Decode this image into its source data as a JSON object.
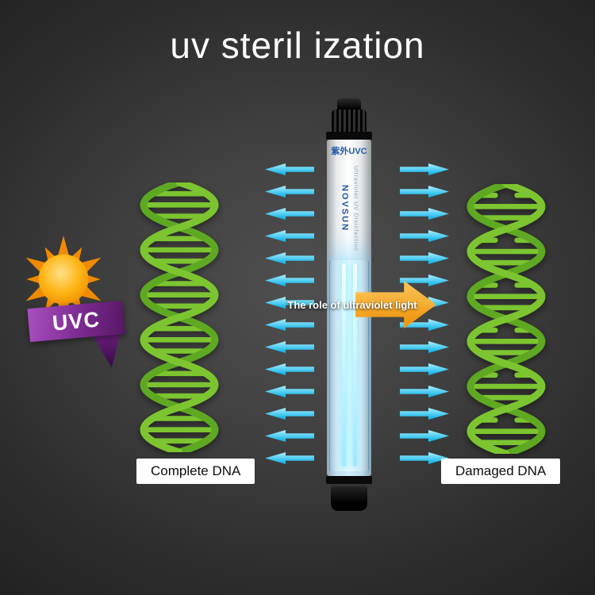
{
  "title": "uv steril ization",
  "sun": {
    "ribbon_label": "UVC"
  },
  "lamp": {
    "top_label": "紫外UVC",
    "brand": "NOVSUN",
    "sub_text": "Ultraviolet UV Disinfection"
  },
  "center_arrow": {
    "text": "The role of ultraviolet light"
  },
  "labels": {
    "complete_dna": "Complete DNA",
    "damaged_dna": "Damaged DNA"
  },
  "arrows": {
    "count_per_side": 14
  },
  "colors": {
    "arrow_cyan_light": "#aeeffd",
    "arrow_cyan": "#18b7ea",
    "dna_green": "#7cc530",
    "dna_green_dark": "#5ea822",
    "orange_light": "#ffcb5e",
    "orange": "#f59000",
    "purple_light": "#a94fc0",
    "purple_dark": "#571763",
    "lamp_text_blue": "#2257a8",
    "sun_yellow": "#ffd54a",
    "sun_orange": "#f08a00"
  }
}
